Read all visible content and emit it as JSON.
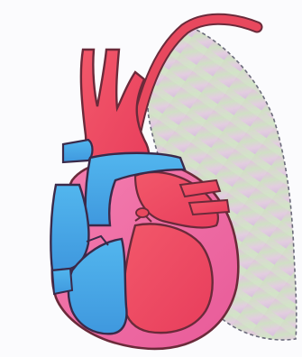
{
  "diagram": {
    "colors": {
      "background": "#fbfbfd",
      "oxygenated_blood": "#ef4a62",
      "deoxygenated_blood": "#4aa6e6",
      "heart_wall": "#f06aa8",
      "lung_tissue": "#d9c6dc",
      "outline": "#6b2a3a"
    },
    "parts": [
      {
        "id": "lung",
        "kind": "lung-lobe"
      },
      {
        "id": "aortic-arch",
        "kind": "vessel"
      },
      {
        "id": "pulmonary-vein-tube",
        "kind": "vessel"
      },
      {
        "id": "superior-vena-cava",
        "kind": "vessel"
      },
      {
        "id": "pulmonary-artery",
        "kind": "vessel"
      },
      {
        "id": "left-atrium",
        "kind": "chamber"
      },
      {
        "id": "right-atrium",
        "kind": "chamber"
      },
      {
        "id": "left-ventricle",
        "kind": "chamber"
      },
      {
        "id": "right-ventricle",
        "kind": "chamber"
      },
      {
        "id": "inferior-vena-cava",
        "kind": "vessel"
      }
    ]
  }
}
